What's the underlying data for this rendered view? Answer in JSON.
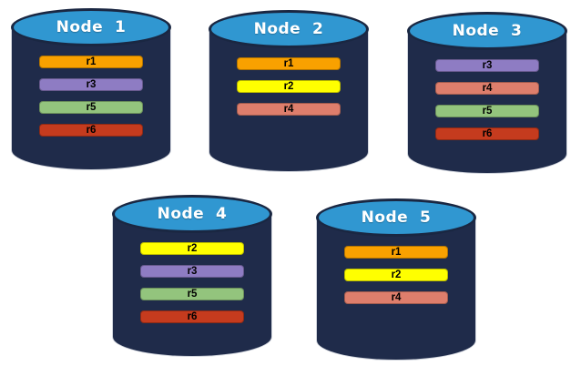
{
  "background_color": "#FFFFFF",
  "colors": {
    "cylinder_body": "#1F2B4A",
    "cylinder_top": "#3097D1",
    "cylinder_top_border": "#1A2742",
    "title_color": "#FFFFFF",
    "replica_label_color": "#000000",
    "replicas": {
      "r1": "#F9A100",
      "r2": "#FFFF00",
      "r3": "#8E7CC3",
      "r4": "#DE7E6C",
      "r5": "#93C47D",
      "r6": "#C53B1E"
    }
  },
  "nodes": [
    {
      "title": "Node  1",
      "replicas": [
        {
          "id": "r1",
          "label": "r1"
        },
        {
          "id": "r3",
          "label": "r3"
        },
        {
          "id": "r5",
          "label": "r5"
        },
        {
          "id": "r6",
          "label": "r6"
        }
      ]
    },
    {
      "title": "Node  2",
      "replicas": [
        {
          "id": "r1",
          "label": "r1"
        },
        {
          "id": "r2",
          "label": "r2"
        },
        {
          "id": "r4",
          "label": "r4"
        }
      ]
    },
    {
      "title": "Node  3",
      "replicas": [
        {
          "id": "r3",
          "label": "r3"
        },
        {
          "id": "r4",
          "label": "r4"
        },
        {
          "id": "r5",
          "label": "r5"
        },
        {
          "id": "r6",
          "label": "r6"
        }
      ]
    },
    {
      "title": "Node  4",
      "replicas": [
        {
          "id": "r2",
          "label": "r2"
        },
        {
          "id": "r3",
          "label": "r3"
        },
        {
          "id": "r5",
          "label": "r5"
        },
        {
          "id": "r6",
          "label": "r6"
        }
      ]
    },
    {
      "title": "Node  5",
      "replicas": [
        {
          "id": "r1",
          "label": "r1"
        },
        {
          "id": "r2",
          "label": "r2"
        },
        {
          "id": "r4",
          "label": "r4"
        }
      ]
    }
  ]
}
